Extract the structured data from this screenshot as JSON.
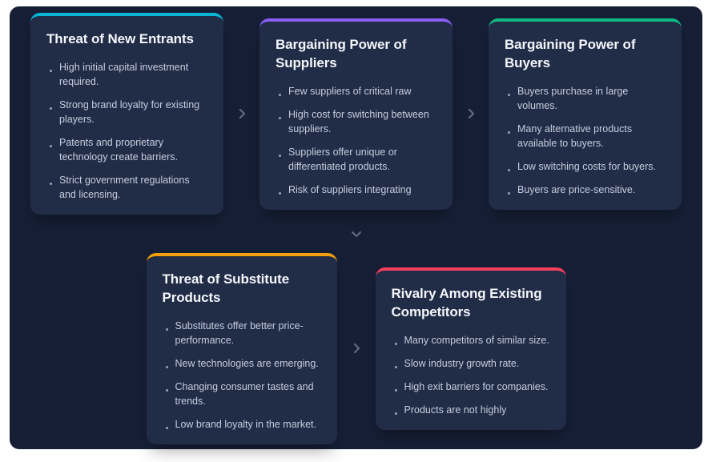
{
  "board": {
    "page_background": "#ffffff",
    "background": "#161f36"
  },
  "colors": {
    "card_background": "#212c47",
    "title_text": "#f4f6fa",
    "body_text": "#c6cedd",
    "bullet_dot": "#9aa5b8",
    "connector": "#5c6a84"
  },
  "icons": {
    "chevron_right": "›",
    "chevron_down": "⌄"
  },
  "cards": [
    {
      "title": "Threat of New Entrants",
      "accent_color": "#06b6d4",
      "bullets": [
        "High initial capital investment required.",
        "Strong brand loyalty for existing players.",
        "Patents and proprietary technology create barriers.",
        "Strict government regulations and licensing."
      ]
    },
    {
      "title": "Bargaining Power of Suppliers",
      "accent_color": "#8b5cf6",
      "bullets": [
        "Few suppliers of critical raw",
        "High cost for switching between suppliers.",
        "Suppliers offer unique or differentiated products.",
        "Risk of suppliers integrating"
      ]
    },
    {
      "title": "Bargaining Power of Buyers",
      "accent_color": "#10b981",
      "bullets": [
        "Buyers purchase in large volumes.",
        "Many alternative products available to buyers.",
        "Low switching costs for buyers.",
        "Buyers are price-sensitive."
      ]
    },
    {
      "title": "Threat of Substitute Products",
      "accent_color": "#f59e0b",
      "bullets": [
        "Substitutes offer better price-performance.",
        "New technologies are emerging.",
        "Changing consumer tastes and trends.",
        "Low brand loyalty in the market."
      ]
    },
    {
      "title": "Rivalry Among Existing Competitors",
      "accent_color": "#f43f5e",
      "bullets": [
        "Many competitors of similar size.",
        "Slow industry growth rate.",
        "High exit barriers for companies.",
        "Products are not highly"
      ]
    }
  ]
}
